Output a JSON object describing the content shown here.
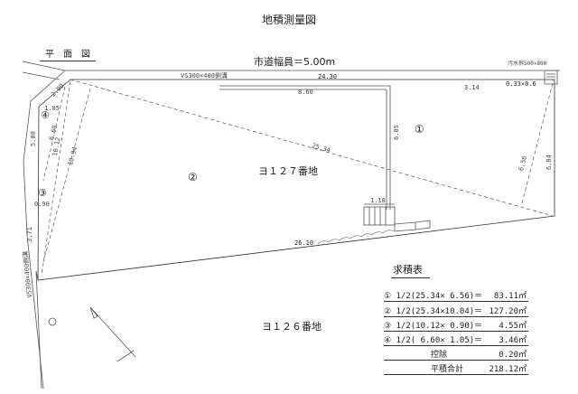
{
  "title": "地積測量図",
  "plan_label": "平　面　図",
  "road_label": "市道幅員＝5.00m",
  "ditch_top": "VS300×400側溝",
  "ditch_left": "VS300×400側溝",
  "manhole_label": "汚水桝500×800",
  "lot_main": "ヨ１２７番地",
  "lot_south": "ヨ１２６番地",
  "regions": [
    "①",
    "②",
    "③",
    "④"
  ],
  "dimensions": {
    "road_width_top": "24.30",
    "building_width": "8.60",
    "top_right": "3.14",
    "manhole_offset": "0.33×0.6",
    "building_depth": "6.05",
    "diagonal": "25.34",
    "h1": "6.56",
    "right_side": "6.84",
    "bottom": "26.10",
    "step": "1.18",
    "corner": "2.00",
    "left_upper": "5.00",
    "left_lower": "3.71",
    "h4": "1.05",
    "d4": "6.60",
    "d3": "10.12",
    "h2": "10.94",
    "h3": "0.90"
  },
  "area_table": {
    "title": "求積表",
    "rows": [
      {
        "formula": "①  1/2(25.34×  6.56)＝",
        "value": "83.11㎡"
      },
      {
        "formula": "②  1/2(25.34×10.04)＝",
        "value": "127.20㎡"
      },
      {
        "formula": "③  1/2(10.12×  0.90)＝",
        "value": "4.55㎡"
      },
      {
        "formula": "④  1/2( 6.60×  1.05)＝",
        "value": "3.46㎡"
      }
    ],
    "deduction_label": "控除",
    "deduction_value": "0.20㎡",
    "total_label": "平積合計",
    "total_value": "218.12㎡"
  }
}
